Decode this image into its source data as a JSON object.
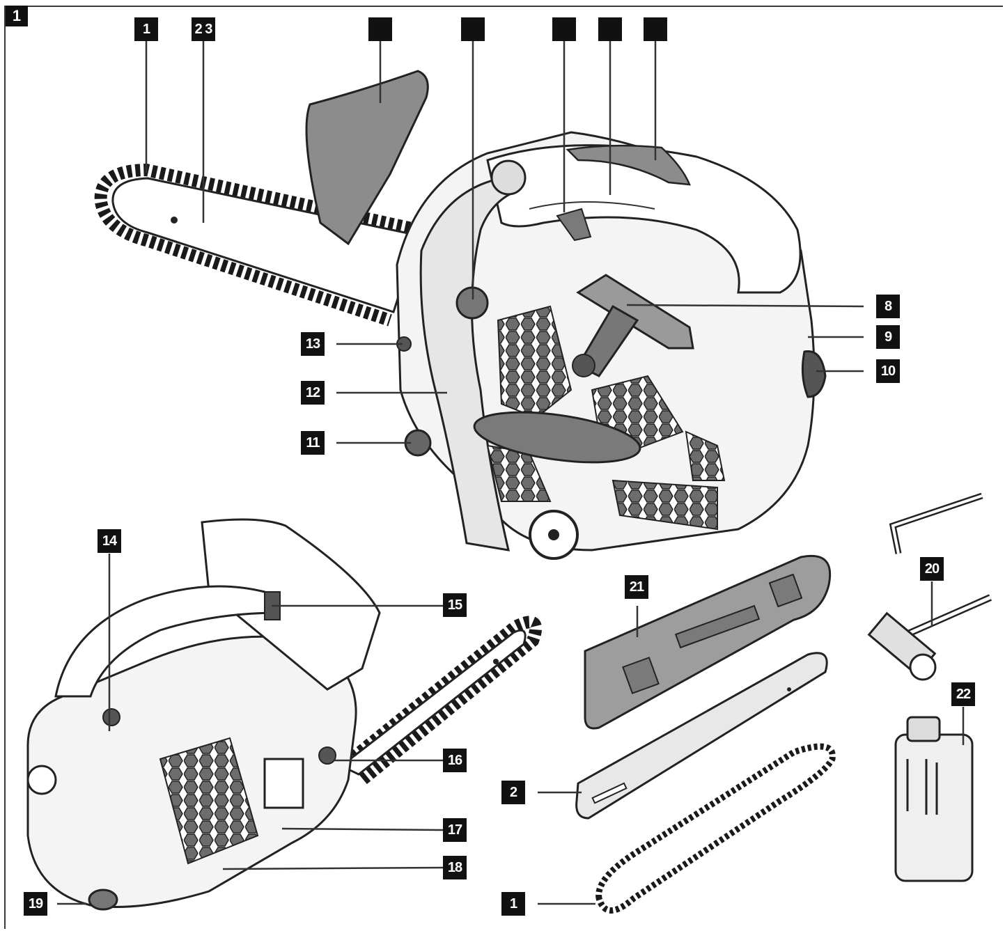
{
  "figure_number": "1",
  "top_callouts": [
    {
      "label": "1"
    },
    {
      "label": "2 3"
    },
    {
      "label": ""
    },
    {
      "label": ""
    },
    {
      "label": ""
    },
    {
      "label": ""
    },
    {
      "label": ""
    }
  ],
  "side_callouts": {
    "c8": "8",
    "c9": "9",
    "c10": "10",
    "c11": "11",
    "c12": "12",
    "c13": "13",
    "c14": "14",
    "c15": "15",
    "c16": "16",
    "c17": "17",
    "c18": "18",
    "c19": "19",
    "c20": "20",
    "c21": "21",
    "c22": "22",
    "c2b": "2",
    "c1b": "1"
  },
  "colors": {
    "label_bg": "#111111",
    "label_fg": "#ffffff",
    "line": "#333333",
    "part_fill": "#d9d9d9",
    "dark_fill": "#8a8a8a"
  }
}
